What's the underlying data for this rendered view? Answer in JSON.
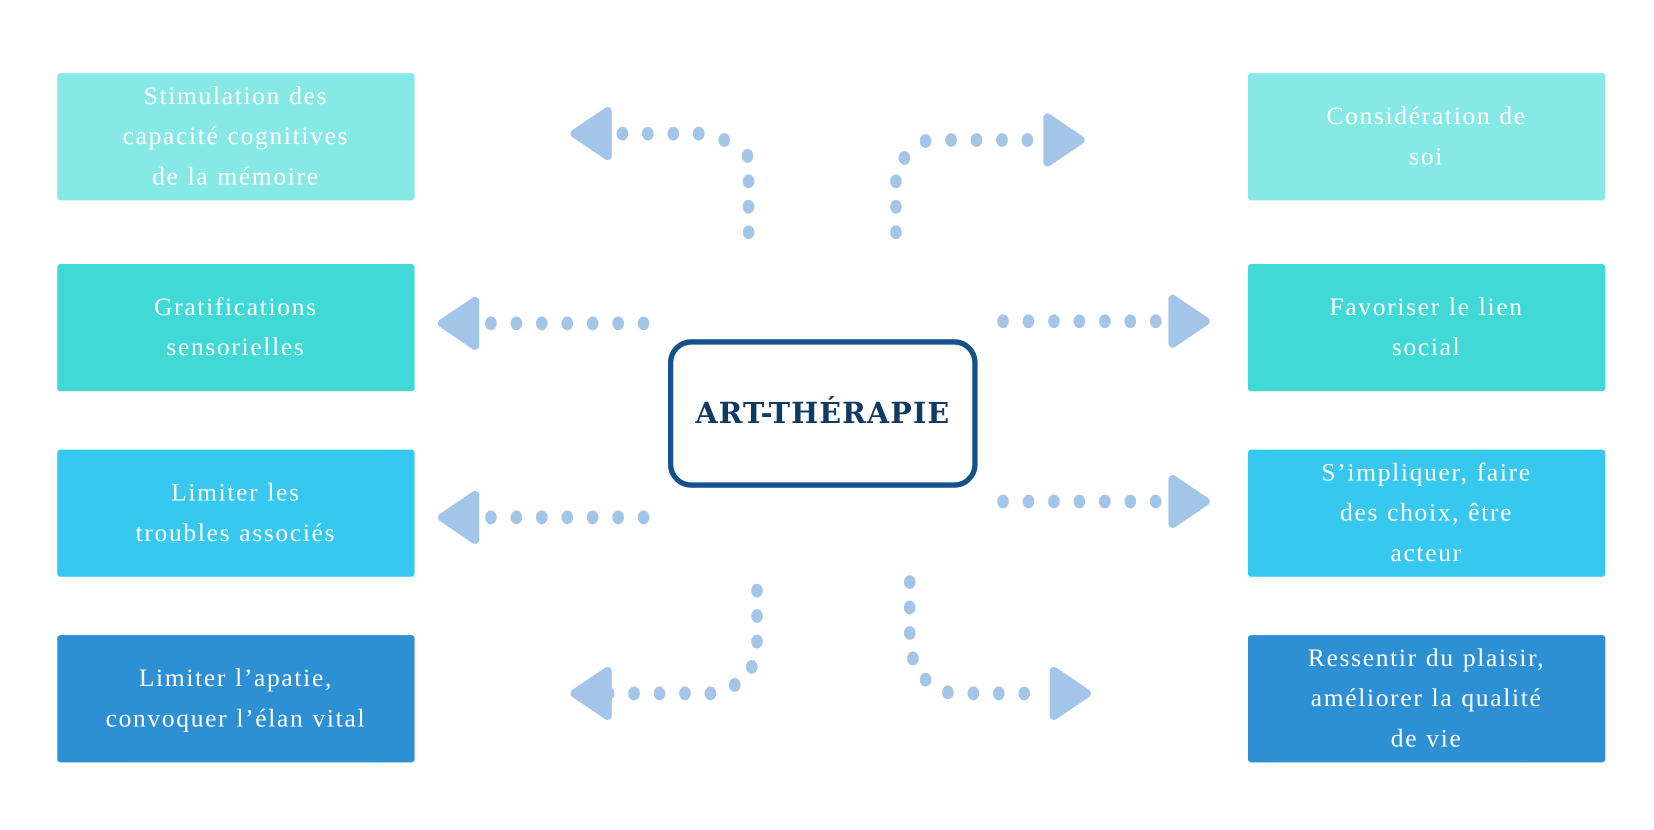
{
  "center_label": "ART-THÉRAPIE",
  "left_boxes": [
    "Stimulation des\ncapacité cognitives\nde la mémoire",
    "Gratifications\nsensorielles",
    "Limiter les\ntroubles associés",
    "Limiter l’apatie,\nconvoquer l’élan vital"
  ],
  "right_boxes": [
    "Considération de\nsoi",
    "Favoriser le lien\nsocial",
    "S’impliquer, faire\ndes choix, être\nacteur",
    "Ressentir du plaisir,\naméliorer la qualité\nde vie"
  ],
  "colors": {
    "row1": "#87E9E6",
    "row2": "#40D9D6",
    "row3": "#36C8EE",
    "row4": "#2D8FD4",
    "dots": "#A3C5E8",
    "center_border": "#15518A",
    "center_text": "#0E3A63"
  }
}
